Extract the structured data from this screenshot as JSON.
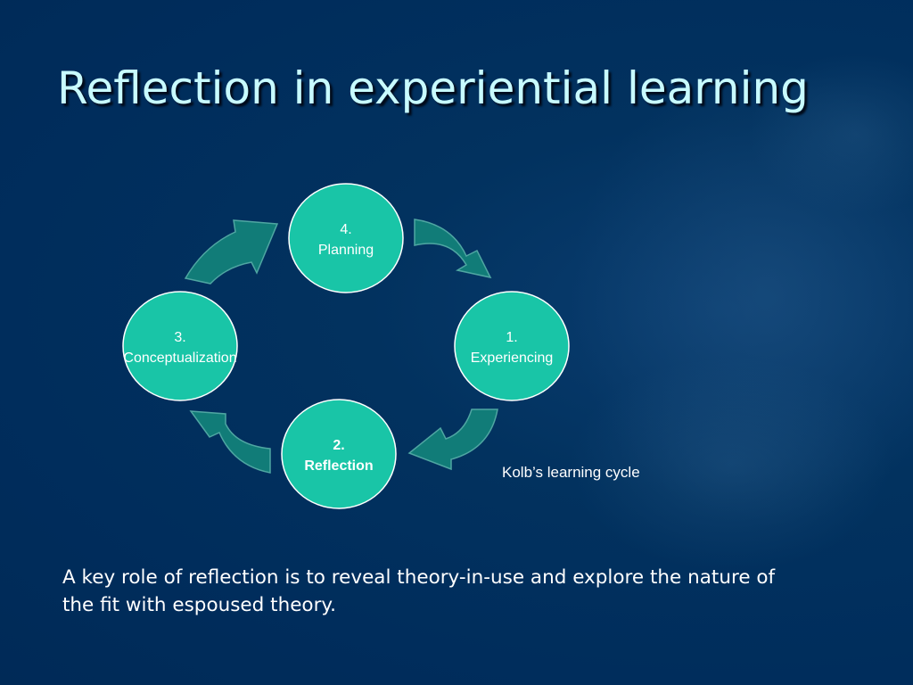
{
  "slide": {
    "title": "Reflection in experiential learning",
    "caption": "Kolb’s learning cycle",
    "body": "A key role of reflection is to reveal theory-in-use and explore the nature of the fit with espoused theory."
  },
  "cycle": {
    "nodes": [
      {
        "number": "1.",
        "label": "Experiencing"
      },
      {
        "number": "2.",
        "label": "Reflection",
        "emphasized": true
      },
      {
        "number": "3.",
        "label": "Conceptualization"
      },
      {
        "number": "4.",
        "label": "Planning"
      }
    ]
  },
  "colors": {
    "background": "#002d5c",
    "title_text": "#c8fbff",
    "node_fill": "#19c5a7",
    "node_stroke": "#ffffff",
    "arrow_fill": "#117c78",
    "text": "#ffffff"
  }
}
